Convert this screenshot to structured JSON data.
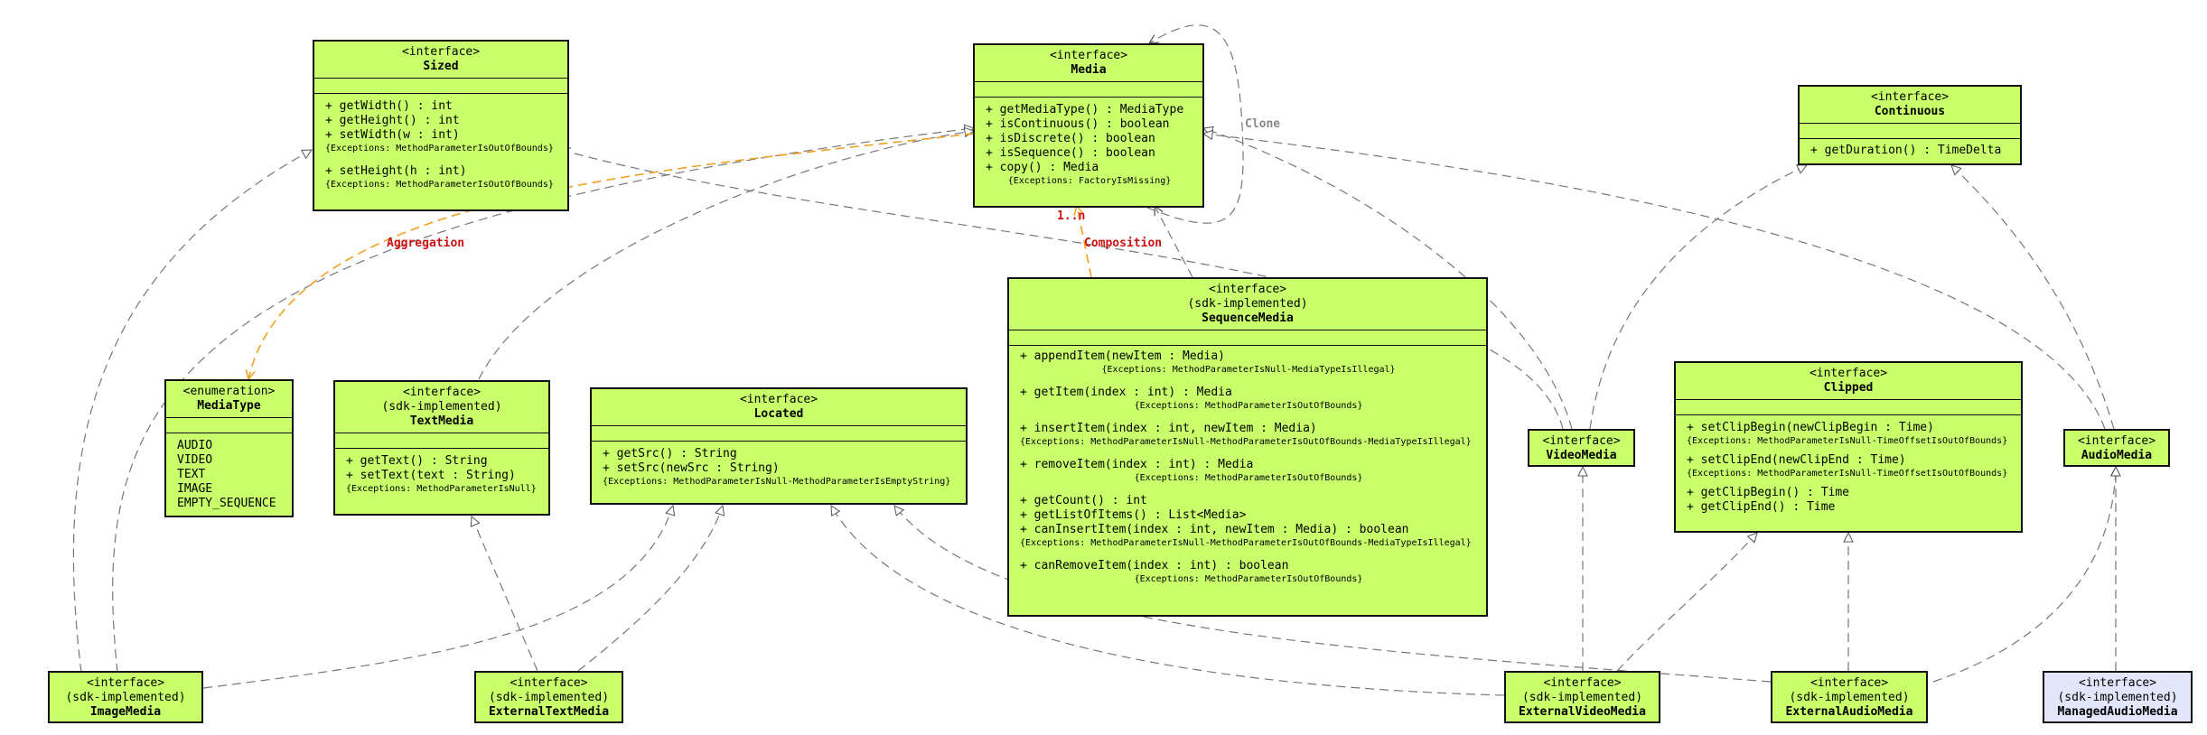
{
  "boxes": {
    "sized": {
      "stereo": "<interface>",
      "name": "Sized",
      "methods": [
        "+ getWidth() : int",
        "+ getHeight() : int",
        "+ setWidth(w : int)"
      ],
      "exc1": "{Exceptions: MethodParameterIsOutOfBounds}",
      "method2": "+ setHeight(h : int)",
      "exc2": "{Exceptions: MethodParameterIsOutOfBounds}"
    },
    "media": {
      "stereo": "<interface>",
      "name": "Media",
      "methods": [
        "+ getMediaType() : MediaType",
        "+ isContinuous() : boolean",
        "+ isDiscrete() : boolean",
        "+ isSequence() : boolean",
        "+ copy() : Media"
      ],
      "exc": "{Exceptions: FactoryIsMissing}"
    },
    "continuous": {
      "stereo": "<interface>",
      "name": "Continuous",
      "methods": [
        "+ getDuration() : TimeDelta"
      ]
    },
    "mediatype": {
      "stereo": "<enumeration>",
      "name": "MediaType",
      "values": [
        "AUDIO",
        "VIDEO",
        "TEXT",
        "IMAGE",
        "EMPTY_SEQUENCE"
      ]
    },
    "textmedia": {
      "stereo": "<interface>",
      "stereo2": "(sdk-implemented)",
      "name": "TextMedia",
      "methods": [
        "+ getText() : String",
        "+ setText(text : String)"
      ],
      "exc": "{Exceptions: MethodParameterIsNull}"
    },
    "located": {
      "stereo": "<interface>",
      "name": "Located",
      "methods": [
        "+ getSrc() : String",
        "+ setSrc(newSrc : String)"
      ],
      "exc": "{Exceptions: MethodParameterIsNull-MethodParameterIsEmptyString}"
    },
    "sequencemedia": {
      "stereo": "<interface>",
      "stereo2": "(sdk-implemented)",
      "name": "SequenceMedia",
      "m1": "+ appendItem(newItem : Media)",
      "e1": "{Exceptions: MethodParameterIsNull-MediaTypeIsIllegal}",
      "m2": "+ getItem(index : int) : Media",
      "e2": "{Exceptions: MethodParameterIsOutOfBounds}",
      "m3": "+ insertItem(index : int, newItem : Media)",
      "e3": "{Exceptions: MethodParameterIsNull-MethodParameterIsOutOfBounds-MediaTypeIsIllegal}",
      "m4": "+ removeItem(index : int) : Media",
      "e4": "{Exceptions: MethodParameterIsOutOfBounds}",
      "m5": "+ getCount() : int",
      "m6": "+ getListOfItems() : List<Media>",
      "m7": "+ canInsertItem(index : int, newItem : Media) : boolean",
      "e7": "{Exceptions: MethodParameterIsNull-MethodParameterIsOutOfBounds-MediaTypeIsIllegal}",
      "m8": "+ canRemoveItem(index : int) : boolean",
      "e8": "{Exceptions: MethodParameterIsOutOfBounds}"
    },
    "clipped": {
      "stereo": "<interface>",
      "name": "Clipped",
      "m1": "+ setClipBegin(newClipBegin : Time)",
      "e1": "{Exceptions: MethodParameterIsNull-TimeOffsetIsOutOfBounds}",
      "m2": "+ setClipEnd(newClipEnd : Time)",
      "e2": "{Exceptions: MethodParameterIsNull-TimeOffsetIsOutOfBounds}",
      "m3": "+ getClipBegin() : Time",
      "m4": "+ getClipEnd() : Time"
    },
    "videomedia": {
      "stereo": "<interface>",
      "name": "VideoMedia"
    },
    "audiomedia": {
      "stereo": "<interface>",
      "name": "AudioMedia"
    },
    "imagemedia": {
      "stereo": "<interface>",
      "stereo2": "(sdk-implemented)",
      "name": "ImageMedia"
    },
    "externaltextmedia": {
      "stereo": "<interface>",
      "stereo2": "(sdk-implemented)",
      "name": "ExternalTextMedia"
    },
    "externalvideomedia": {
      "stereo": "<interface>",
      "stereo2": "(sdk-implemented)",
      "name": "ExternalVideoMedia"
    },
    "externalaudiomedia": {
      "stereo": "<interface>",
      "stereo2": "(sdk-implemented)",
      "name": "ExternalAudioMedia"
    },
    "managedaudiomedia": {
      "stereo": "<interface>",
      "stereo2": "(sdk-implemented)",
      "name": "ManagedAudioMedia"
    }
  },
  "labels": {
    "aggregation": "Aggregation",
    "composition": "Composition",
    "multiplicity": "1..n",
    "clone": "Clone"
  },
  "colors": {
    "box_fill": "#c8ff6a",
    "managed_fill": "#e3e6fb",
    "aggregation_line": "#f0a020",
    "label_red": "#cc1111"
  }
}
